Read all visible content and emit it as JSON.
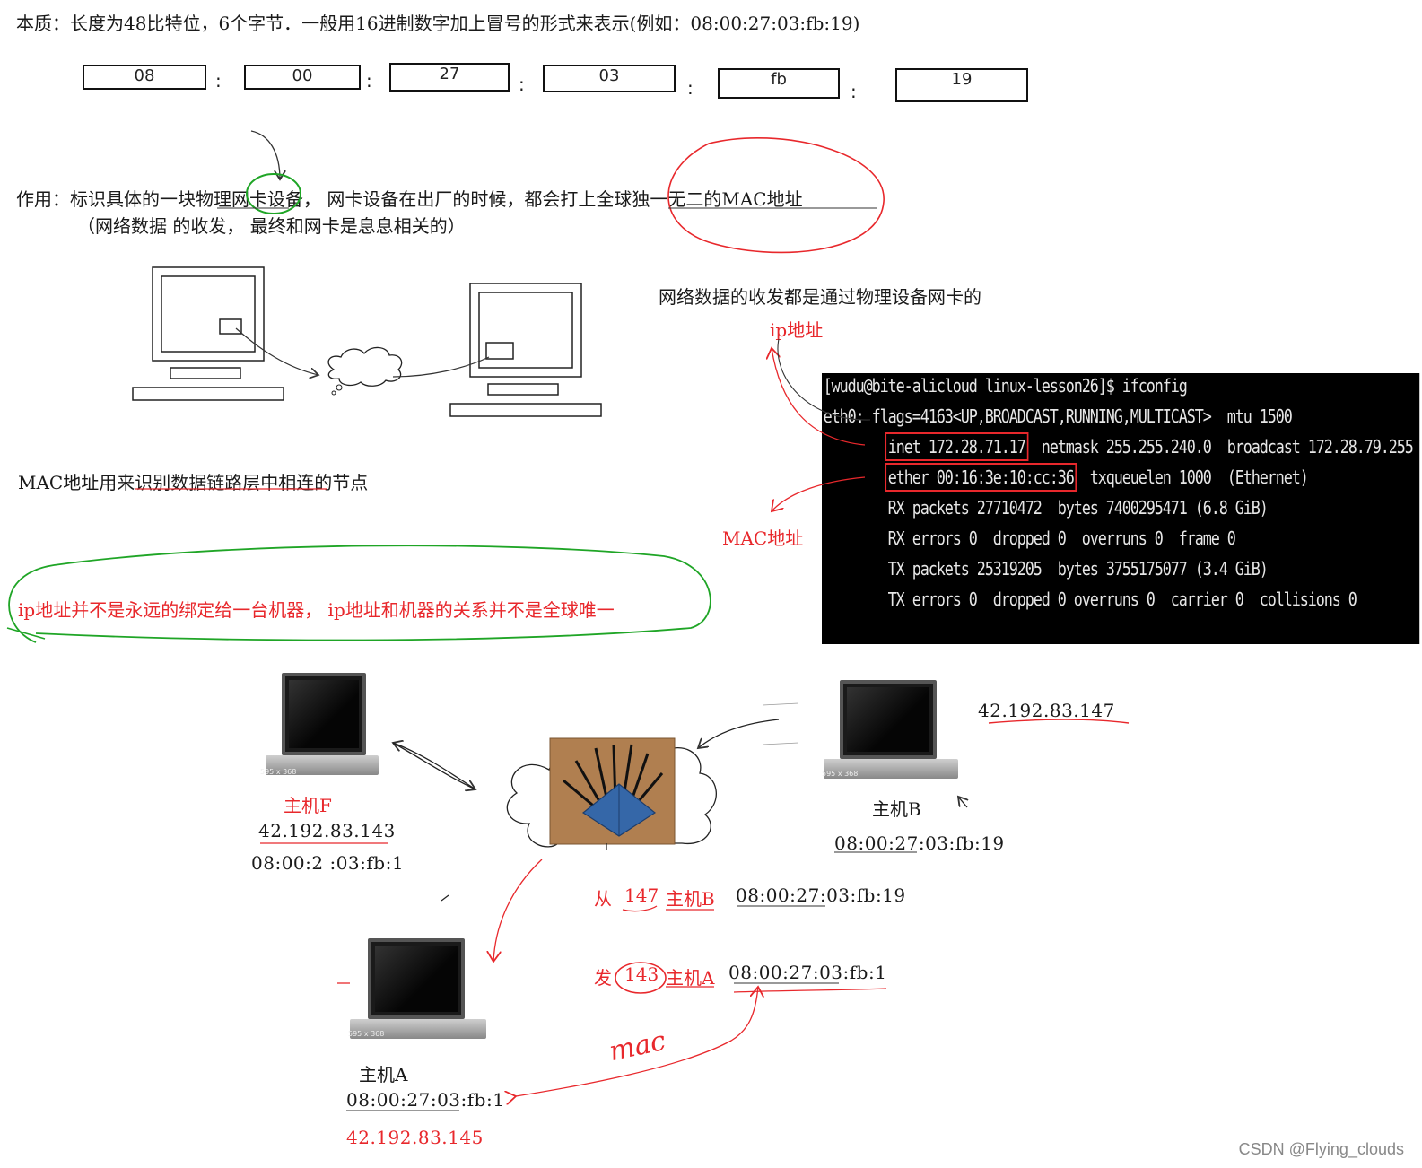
{
  "definition": {
    "text": "本质：长度为48比特位，6个字节．一般用16进制数字加上冒号的形式来表示(例如：08:00:27:03:fb:19)"
  },
  "byte_boxes": [
    {
      "value": "08"
    },
    {
      "value": "00"
    },
    {
      "value": "27"
    },
    {
      "value": "03"
    },
    {
      "value": "fb"
    },
    {
      "value": "19"
    }
  ],
  "colon": ":",
  "purpose": {
    "line1": "作用：标识具体的一块物理网卡设备， 网卡设备在出厂的时候，都会打上全球独一无二的MAC地址",
    "line2": "（网络数据 的收发， 最终和网卡是息息相关的）"
  },
  "note_physical": "网络数据的收发都是通过物理设备网卡的",
  "label_ip": "ip地址",
  "label_mac": "MAC地址",
  "mac_link_layer": "MAC地址用来识别数据链路层中相连的节点",
  "ip_note": "ip地址并不是永远的绑定给一台机器， ip地址和机器的关系并不是全球唯一",
  "terminal": {
    "lines": [
      "[wudu@bite-alicloud linux-lesson26]$ ifconfig",
      "eth0: flags=4163<UP,BROADCAST,RUNNING,MULTICAST>  mtu 1500",
      "        inet 172.28.71.17  netmask 255.255.240.0  broadcast 172.28.79.255",
      "        ether 00:16:3e:10:cc:36  txqueuelen 1000  (Ethernet)",
      "        RX packets 27710472  bytes 7400295471 (6.8 GiB)",
      "        RX errors 0  dropped 0  overruns 0  frame 0",
      "        TX packets 25319205  bytes 3755175077 (3.4 GiB)",
      "        TX errors 0  dropped 0 overruns 0  carrier 0  collisions 0"
    ],
    "inet_highlight": "inet 172.28.71.17",
    "ether_highlight": "ether 00:16:3e:10:cc:36"
  },
  "laptop_caption": "595 x 368",
  "hosts": {
    "F": {
      "name": "主机F",
      "ip": "42.192.83.143",
      "mac": "08:00:2 :03:fb:1"
    },
    "B": {
      "name": "主机B",
      "ip": "42.192.83.147",
      "mac": "08:00:27:03:fb:19"
    },
    "A": {
      "name": "主机A",
      "ip": "42.192.83.145",
      "mac": "08:00:27:03:fb:1"
    }
  },
  "from_row": {
    "word": "从",
    "num": "147",
    "host": "主机B",
    "mac": "08:00:27:03:fb:19"
  },
  "send_row": {
    "word": "发",
    "num": "143",
    "host": "主机A",
    "mac": "08:00:27:03:fb:1"
  },
  "handwritten_mac": "mac",
  "footer": "CSDN @Flying_clouds"
}
